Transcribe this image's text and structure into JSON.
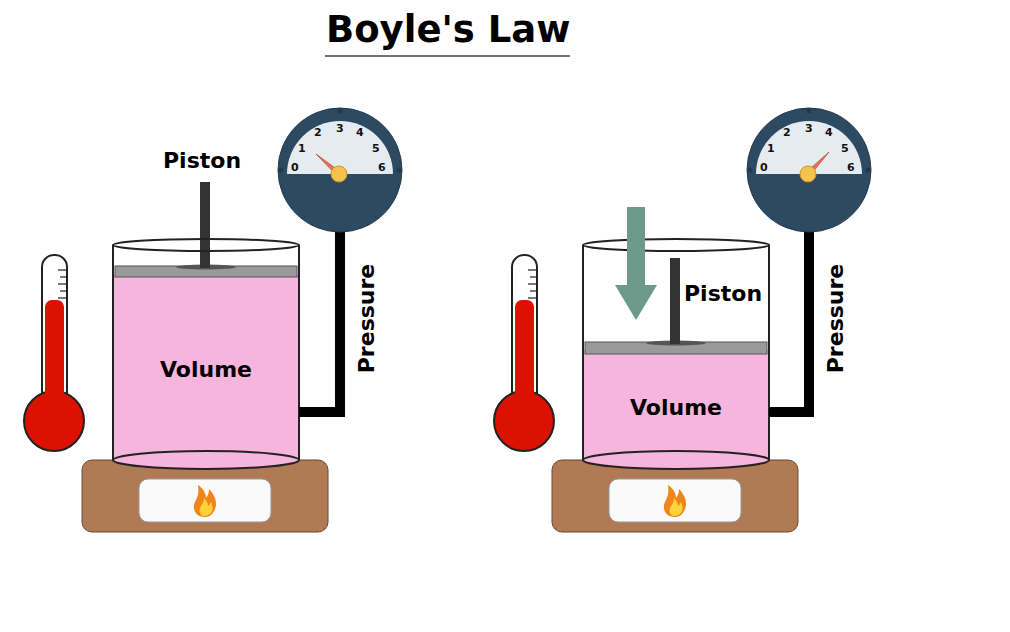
{
  "diagram": {
    "title": "Boyle's Law",
    "nodes": [
      {
        "text": [
          "0",
          "1",
          "2",
          "3",
          "4",
          "5",
          "6"
        ]
      },
      {
        "text": [
          "Volume"
        ]
      },
      {
        "text": [
          "0",
          "1",
          "2",
          "3",
          "4",
          "5",
          "6"
        ]
      },
      {
        "text": [
          "Volume"
        ]
      }
    ],
    "labels": [
      "Piston",
      "Pressure",
      "Piston",
      "Pressure"
    ]
  }
}
